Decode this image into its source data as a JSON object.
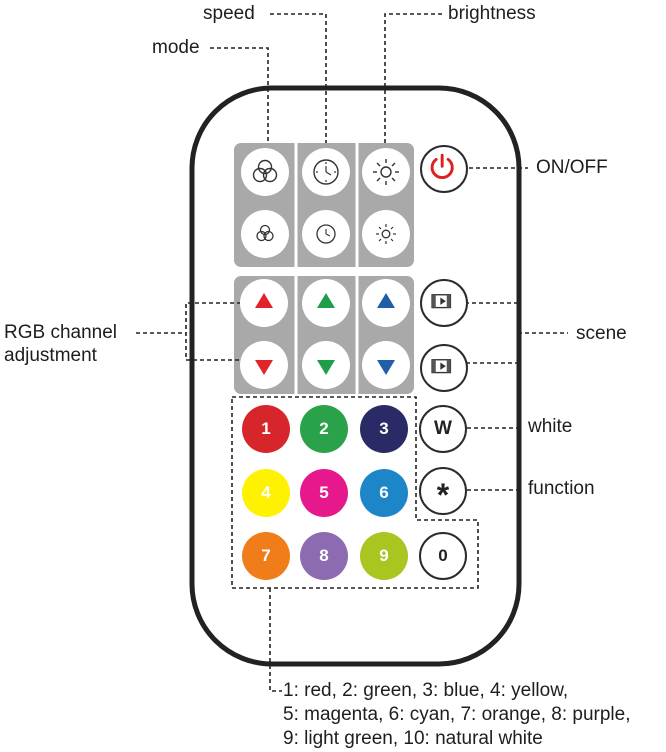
{
  "labels": {
    "speed": "speed",
    "brightness": "brightness",
    "mode": "mode",
    "on_off": "ON/OFF",
    "rgb_line1": "RGB channel",
    "rgb_line2": "adjustment",
    "scene": "scene",
    "white": "white",
    "function": "function",
    "legend_line1": "1: red, 2: green, 3: blue, 4: yellow,",
    "legend_line2": "5: magenta, 6: cyan, 7: orange, 8: purple,",
    "legend_line3": "9: light green, 10: natural white"
  },
  "buttons": {
    "white_glyph": "W",
    "function_glyph": "*",
    "zero_glyph": "0"
  },
  "color_buttons": [
    {
      "label": "1",
      "color": "#d7262b"
    },
    {
      "label": "2",
      "color": "#2aa24a"
    },
    {
      "label": "3",
      "color": "#2a2a66"
    },
    {
      "label": "4",
      "color": "#fff200"
    },
    {
      "label": "5",
      "color": "#e6198c"
    },
    {
      "label": "6",
      "color": "#1d86c8"
    },
    {
      "label": "7",
      "color": "#f07d1a"
    },
    {
      "label": "8",
      "color": "#8c6bb1"
    },
    {
      "label": "9",
      "color": "#a8c520"
    }
  ],
  "colors": {
    "power_red": "#e02020",
    "arrow_red": "#e2232a",
    "arrow_green": "#1f9e4a",
    "arrow_blue": "#1f5fa8",
    "panel_gray": "#a9a9a9",
    "outline": "#2b2b2b"
  },
  "icons": {
    "mode": "mode-icon",
    "speed": "speed-clock-icon",
    "brightness": "brightness-sun-icon",
    "power": "power-icon",
    "scene": "scene-film-icon"
  }
}
